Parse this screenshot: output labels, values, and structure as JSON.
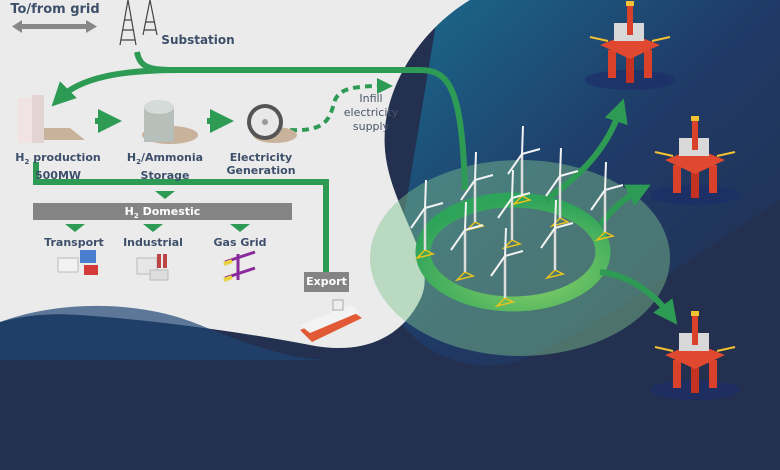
{
  "grid": {
    "label": "To/from grid"
  },
  "substation": {
    "label": "Substation"
  },
  "steps": [
    {
      "line1": "H",
      "sub": "2",
      "rest": " production",
      "line2": "500MW"
    },
    {
      "line1": "H",
      "sub": "2",
      "rest": "/Ammonia",
      "line2": "Storage"
    },
    {
      "line1": "Electricity",
      "line2": "Generation"
    }
  ],
  "infill": {
    "line1": "Infill",
    "line2": "electricity",
    "line3": "supply"
  },
  "domestic": {
    "prefix": "H",
    "sub": "2",
    "rest": " Domestic"
  },
  "uses": [
    {
      "label": "Transport"
    },
    {
      "label": "Industrial"
    },
    {
      "label": "Gas Grid"
    }
  ],
  "export": {
    "label": "Export"
  },
  "colors": {
    "land": "#ebebeb",
    "sea_light": "#1d5a86",
    "sea_dark": "#23304f",
    "flow_green": "#2e9b55",
    "ring_green": "#5fbf5a",
    "label": "#3d4f6a",
    "bar_gray": "#848484"
  }
}
